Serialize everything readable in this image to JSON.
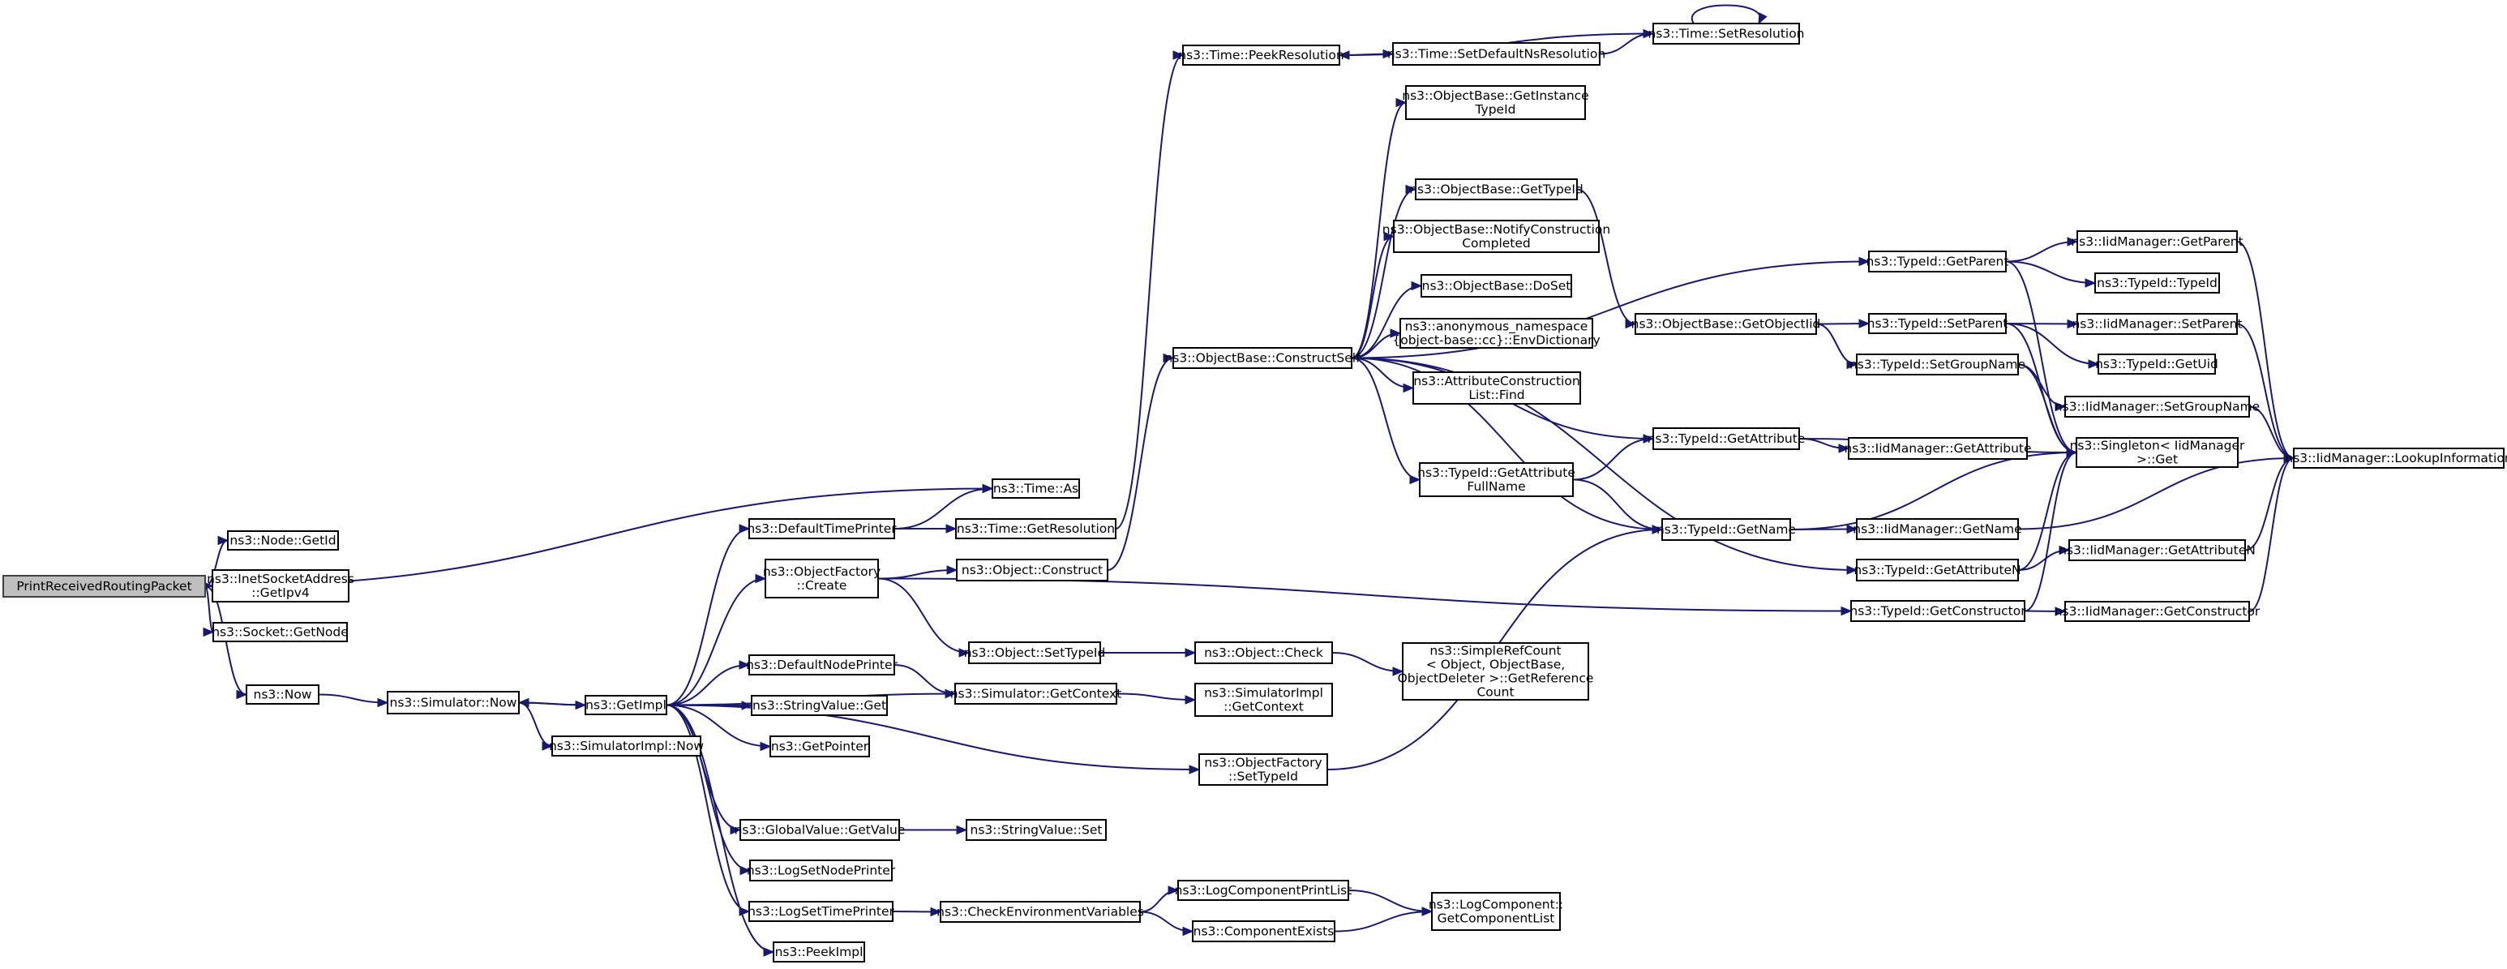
{
  "nodes": [
    {
      "id": "print",
      "label": [
        "PrintReceivedRoutingPacket"
      ]
    },
    {
      "id": "time_as",
      "label": [
        "ns3::Time::As"
      ]
    },
    {
      "id": "node_getid",
      "label": [
        "ns3::Node::GetId"
      ]
    },
    {
      "id": "inet_getipv4",
      "label": [
        "ns3::InetSocketAddress",
        "::GetIpv4"
      ]
    },
    {
      "id": "socket_getnode",
      "label": [
        "ns3::Socket::GetNode"
      ]
    },
    {
      "id": "now",
      "label": [
        "ns3::Now"
      ]
    },
    {
      "id": "sim_now",
      "label": [
        "ns3::Simulator::Now"
      ]
    },
    {
      "id": "getimpl",
      "label": [
        "ns3::GetImpl"
      ]
    },
    {
      "id": "simimpl_now",
      "label": [
        "ns3::SimulatorImpl::Now"
      ]
    },
    {
      "id": "default_time_printer",
      "label": [
        "ns3::DefaultTimePrinter"
      ]
    },
    {
      "id": "time_getres",
      "label": [
        "ns3::Time::GetResolution"
      ]
    },
    {
      "id": "time_peekres",
      "label": [
        "ns3::Time::PeekResolution"
      ]
    },
    {
      "id": "time_setdefns",
      "label": [
        "ns3::Time::SetDefaultNsResolution"
      ]
    },
    {
      "id": "time_setres",
      "label": [
        "ns3::Time::SetResolution"
      ]
    },
    {
      "id": "objfactory_create",
      "label": [
        "ns3::ObjectFactory",
        "::Create"
      ]
    },
    {
      "id": "object_construct",
      "label": [
        "ns3::Object::Construct"
      ]
    },
    {
      "id": "object_settypeid",
      "label": [
        "ns3::Object::SetTypeId"
      ]
    },
    {
      "id": "object_check",
      "label": [
        "ns3::Object::Check"
      ]
    },
    {
      "id": "simplerefcount",
      "label": [
        "ns3::SimpleRefCount",
        "< Object, ObjectBase,",
        "ObjectDeleter >::GetReference",
        "Count"
      ]
    },
    {
      "id": "default_node_printer",
      "label": [
        "ns3::DefaultNodePrinter"
      ]
    },
    {
      "id": "sim_getcontext",
      "label": [
        "ns3::Simulator::GetContext"
      ]
    },
    {
      "id": "simimpl_getcontext",
      "label": [
        "ns3::SimulatorImpl",
        "::GetContext"
      ]
    },
    {
      "id": "stringvalue_get",
      "label": [
        "ns3::StringValue::Get"
      ]
    },
    {
      "id": "getpointer",
      "label": [
        "ns3::GetPointer"
      ]
    },
    {
      "id": "objfactory_settypeid",
      "label": [
        "ns3::ObjectFactory",
        "::SetTypeId"
      ]
    },
    {
      "id": "globalvalue_getvalue",
      "label": [
        "ns3::GlobalValue::GetValue"
      ]
    },
    {
      "id": "stringvalue_set",
      "label": [
        "ns3::StringValue::Set"
      ]
    },
    {
      "id": "lognodeprinter",
      "label": [
        "ns3::LogSetNodePrinter"
      ]
    },
    {
      "id": "logtimeprinter",
      "label": [
        "ns3::LogSetTimePrinter"
      ]
    },
    {
      "id": "checkenv",
      "label": [
        "ns3::CheckEnvironmentVariables"
      ]
    },
    {
      "id": "logcomp_printlist",
      "label": [
        "ns3::LogComponentPrintList"
      ]
    },
    {
      "id": "componentexists",
      "label": [
        "ns3::ComponentExists"
      ]
    },
    {
      "id": "logcomp_getlist",
      "label": [
        "ns3::LogComponent::",
        "GetComponentList"
      ]
    },
    {
      "id": "peekimpl",
      "label": [
        "ns3::PeekImpl"
      ]
    },
    {
      "id": "ob_constructself",
      "label": [
        "ns3::ObjectBase::ConstructSelf"
      ]
    },
    {
      "id": "ob_getinstancetypeid",
      "label": [
        "ns3::ObjectBase::GetInstance",
        "TypeId"
      ]
    },
    {
      "id": "ob_gettypeid",
      "label": [
        "ns3::ObjectBase::GetTypeId"
      ]
    },
    {
      "id": "ob_notifyconstruction",
      "label": [
        "ns3::ObjectBase::NotifyConstruction",
        "Completed"
      ]
    },
    {
      "id": "ob_doset",
      "label": [
        "ns3::ObjectBase::DoSet"
      ]
    },
    {
      "id": "anon_envdictionary",
      "label": [
        "ns3::anonymous_namespace",
        "{object-base::cc}::EnvDictionary"
      ]
    },
    {
      "id": "attrconstructionlist_find",
      "label": [
        "ns3::AttributeConstruction",
        "List::Find"
      ]
    },
    {
      "id": "typeid_getattributefullname",
      "label": [
        "ns3::TypeId::GetAttribute",
        "FullName"
      ]
    },
    {
      "id": "ob_getobjectiid",
      "label": [
        "ns3::ObjectBase::GetObjectIid"
      ]
    },
    {
      "id": "typeid_getparent",
      "label": [
        "ns3::TypeId::GetParent"
      ]
    },
    {
      "id": "typeid_setparent",
      "label": [
        "ns3::TypeId::SetParent"
      ]
    },
    {
      "id": "typeid_setgroupname",
      "label": [
        "ns3::TypeId::SetGroupName"
      ]
    },
    {
      "id": "typeid_getattribute",
      "label": [
        "ns3::TypeId::GetAttribute"
      ]
    },
    {
      "id": "typeid_getname",
      "label": [
        "ns3::TypeId::GetName"
      ]
    },
    {
      "id": "typeid_getattributen",
      "label": [
        "ns3::TypeId::GetAttributeN"
      ]
    },
    {
      "id": "typeid_getconstructor",
      "label": [
        "ns3::TypeId::GetConstructor"
      ]
    },
    {
      "id": "iid_getparent",
      "label": [
        "ns3::IidManager::GetParent"
      ]
    },
    {
      "id": "typeid_typeid",
      "label": [
        "ns3::TypeId::TypeId"
      ]
    },
    {
      "id": "iid_setparent",
      "label": [
        "ns3::IidManager::SetParent"
      ]
    },
    {
      "id": "typeid_getuid",
      "label": [
        "ns3::TypeId::GetUid"
      ]
    },
    {
      "id": "iid_setgroupname",
      "label": [
        "ns3::IidManager::SetGroupName"
      ]
    },
    {
      "id": "iid_getattribute",
      "label": [
        "ns3::IidManager::GetAttribute"
      ]
    },
    {
      "id": "singleton_get",
      "label": [
        "ns3::Singleton< IidManager",
        ">::Get"
      ]
    },
    {
      "id": "iid_getname",
      "label": [
        "ns3::IidManager::GetName"
      ]
    },
    {
      "id": "iid_getattributen",
      "label": [
        "ns3::IidManager::GetAttributeN"
      ]
    },
    {
      "id": "iid_getconstructor",
      "label": [
        "ns3::IidManager::GetConstructor"
      ]
    },
    {
      "id": "iid_lookupinformation",
      "label": [
        "ns3::IidManager::LookupInformation"
      ]
    }
  ],
  "edges": [
    [
      "print",
      "time_as"
    ],
    [
      "print",
      "node_getid"
    ],
    [
      "print",
      "inet_getipv4"
    ],
    [
      "print",
      "socket_getnode"
    ],
    [
      "print",
      "now"
    ],
    [
      "now",
      "sim_now"
    ],
    [
      "sim_now",
      "getimpl"
    ],
    [
      "sim_now",
      "simimpl_now"
    ],
    [
      "getimpl",
      "sim_now"
    ],
    [
      "getimpl",
      "default_time_printer"
    ],
    [
      "getimpl",
      "objfactory_create"
    ],
    [
      "getimpl",
      "default_node_printer"
    ],
    [
      "getimpl",
      "sim_getcontext"
    ],
    [
      "getimpl",
      "stringvalue_get"
    ],
    [
      "getimpl",
      "getpointer"
    ],
    [
      "getimpl",
      "objfactory_settypeid"
    ],
    [
      "getimpl",
      "globalvalue_getvalue"
    ],
    [
      "getimpl",
      "lognodeprinter"
    ],
    [
      "getimpl",
      "logtimeprinter"
    ],
    [
      "getimpl",
      "peekimpl"
    ],
    [
      "default_time_printer",
      "time_as"
    ],
    [
      "default_time_printer",
      "time_getres"
    ],
    [
      "time_getres",
      "time_peekres"
    ],
    [
      "time_peekres",
      "time_setdefns"
    ],
    [
      "time_setdefns",
      "time_setres"
    ],
    [
      "time_setres",
      "time_peekres"
    ],
    [
      "time_setres",
      "time_setres"
    ],
    [
      "objfactory_create",
      "object_construct"
    ],
    [
      "objfactory_create",
      "object_settypeid"
    ],
    [
      "objfactory_create",
      "typeid_getconstructor"
    ],
    [
      "object_construct",
      "ob_constructself"
    ],
    [
      "object_settypeid",
      "object_check"
    ],
    [
      "object_check",
      "simplerefcount"
    ],
    [
      "default_node_printer",
      "sim_getcontext"
    ],
    [
      "sim_getcontext",
      "simimpl_getcontext"
    ],
    [
      "objfactory_settypeid",
      "typeid_getname"
    ],
    [
      "globalvalue_getvalue",
      "stringvalue_set"
    ],
    [
      "logtimeprinter",
      "checkenv"
    ],
    [
      "checkenv",
      "logcomp_printlist"
    ],
    [
      "checkenv",
      "componentexists"
    ],
    [
      "logcomp_printlist",
      "logcomp_getlist"
    ],
    [
      "componentexists",
      "logcomp_getlist"
    ],
    [
      "ob_constructself",
      "ob_getinstancetypeid"
    ],
    [
      "ob_constructself",
      "ob_gettypeid"
    ],
    [
      "ob_constructself",
      "ob_notifyconstruction"
    ],
    [
      "ob_constructself",
      "ob_doset"
    ],
    [
      "ob_constructself",
      "anon_envdictionary"
    ],
    [
      "ob_constructself",
      "attrconstructionlist_find"
    ],
    [
      "ob_constructself",
      "typeid_getattributefullname"
    ],
    [
      "ob_constructself",
      "typeid_getparent"
    ],
    [
      "ob_constructself",
      "typeid_getattribute"
    ],
    [
      "ob_constructself",
      "typeid_getname"
    ],
    [
      "ob_constructself",
      "typeid_getattributen"
    ],
    [
      "ob_gettypeid",
      "ob_getobjectiid"
    ],
    [
      "ob_getobjectiid",
      "typeid_setparent"
    ],
    [
      "ob_getobjectiid",
      "typeid_setgroupname"
    ],
    [
      "typeid_getattributefullname",
      "typeid_getattribute"
    ],
    [
      "typeid_getattributefullname",
      "typeid_getname"
    ],
    [
      "typeid_getparent",
      "iid_getparent"
    ],
    [
      "typeid_getparent",
      "typeid_typeid"
    ],
    [
      "typeid_getparent",
      "singleton_get"
    ],
    [
      "typeid_setparent",
      "iid_setparent"
    ],
    [
      "typeid_setparent",
      "typeid_getuid"
    ],
    [
      "typeid_setparent",
      "singleton_get"
    ],
    [
      "typeid_setgroupname",
      "iid_setgroupname"
    ],
    [
      "typeid_setgroupname",
      "singleton_get"
    ],
    [
      "typeid_getattribute",
      "iid_getattribute"
    ],
    [
      "typeid_getattribute",
      "singleton_get"
    ],
    [
      "typeid_getname",
      "iid_getname"
    ],
    [
      "typeid_getname",
      "singleton_get"
    ],
    [
      "typeid_getattributen",
      "iid_getattributen"
    ],
    [
      "typeid_getattributen",
      "singleton_get"
    ],
    [
      "typeid_getconstructor",
      "iid_getconstructor"
    ],
    [
      "typeid_getconstructor",
      "singleton_get"
    ],
    [
      "iid_getparent",
      "iid_lookupinformation"
    ],
    [
      "iid_setparent",
      "iid_lookupinformation"
    ],
    [
      "iid_setgroupname",
      "iid_lookupinformation"
    ],
    [
      "iid_getname",
      "iid_lookupinformation"
    ],
    [
      "iid_getattributen",
      "iid_lookupinformation"
    ],
    [
      "iid_getconstructor",
      "iid_lookupinformation"
    ]
  ]
}
